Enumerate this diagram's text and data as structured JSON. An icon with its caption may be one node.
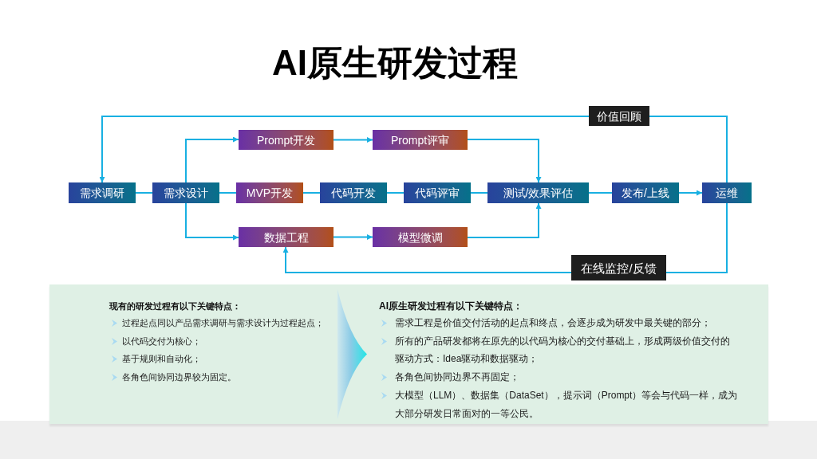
{
  "diagram": {
    "title": "AI原生研发过程",
    "nodes": [
      {
        "text": [
          "需求调研"
        ]
      },
      {
        "text": [
          "需求设计"
        ]
      },
      {
        "text": [
          "Prompt开发"
        ]
      },
      {
        "text": [
          "Prompt评审"
        ]
      },
      {
        "text": [
          "MVP开发"
        ]
      },
      {
        "text": [
          "代码开发"
        ]
      },
      {
        "text": [
          "代码评审"
        ]
      },
      {
        "text": [
          "数据工程"
        ]
      },
      {
        "text": [
          "模型微调"
        ]
      },
      {
        "text": [
          "测试/效果评估"
        ]
      },
      {
        "text": [
          "发布/上线"
        ]
      },
      {
        "text": [
          "运维"
        ]
      },
      {
        "text": [],
        "shape": "chevron"
      }
    ],
    "edges": [
      {
        "from": 0,
        "to": 1,
        "arrow": "none"
      },
      {
        "from": 1,
        "to": 2,
        "arrow": "to"
      },
      {
        "from": 1,
        "to": 4,
        "arrow": "none"
      },
      {
        "from": 1,
        "to": 7,
        "arrow": "to"
      },
      {
        "from": 2,
        "to": 3,
        "arrow": "to"
      },
      {
        "from": 4,
        "to": 5,
        "arrow": "none"
      },
      {
        "from": 5,
        "to": 6,
        "arrow": "none"
      },
      {
        "from": 6,
        "to": 9,
        "arrow": "none"
      },
      {
        "from": 7,
        "to": 8,
        "arrow": "to"
      },
      {
        "from": 3,
        "to": 9,
        "arrow": "to"
      },
      {
        "from": 8,
        "to": 9,
        "arrow": "to"
      },
      {
        "from": 9,
        "to": 10,
        "arrow": "none"
      },
      {
        "from": 10,
        "to": 11,
        "arrow": "to"
      },
      {
        "from": 11,
        "to": 0,
        "arrow": "to",
        "label": "价值回顾"
      },
      {
        "from": 11,
        "to": 7,
        "arrow": "to",
        "label": "在线监控/反馈"
      }
    ],
    "labels": [
      "现有的研发过程有以下关键特点：",
      "过程起点同以产品需求调研与需求设计为过程起点；",
      "以代码交付为核心；",
      "基于规则和自动化；",
      "各角色间协同边界较为固定。",
      "AI原生研发过程有以下关键特点：",
      "需求工程是价值交付活动的起点和终点，会逐步成为研发中最关键的部分；",
      "所有的产品研发都将在原先的以代码为核心的交付基础上，形成两级价值交付的驱动方式：Idea驱动和数据驱动；",
      "各角色间协同边界不再固定；",
      "大模型（LLM）、数据集（DataSet），提示词（Prompt）等会与代码一样，成为大部分研发日常面对的一等公民。"
    ]
  }
}
